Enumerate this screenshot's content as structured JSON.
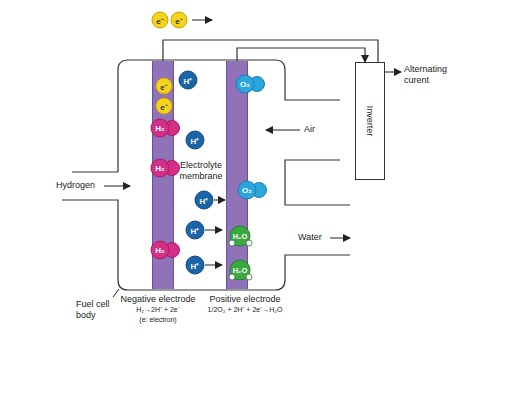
{
  "diagram": {
    "nodes": [
      {
        "text": [
          "e⁻"
        ]
      },
      {
        "text": [
          "e⁻"
        ]
      },
      {
        "text": [
          "Fuel cell body"
        ]
      },
      {
        "text": [
          "Negative electrode",
          "H₂→2H⁺ + 2e⁻",
          "(e: electron)"
        ],
        "in": 2
      },
      {
        "text": [
          "e⁻"
        ],
        "in": 3
      },
      {
        "text": [
          "e⁻"
        ],
        "in": 3
      },
      {
        "text": [
          "Positive electrode",
          "1/2O₂ + 2H⁺ + 2e⁻→H₂O"
        ],
        "in": 2
      },
      {
        "text": [
          "H₂"
        ],
        "in": 2
      },
      {
        "text": [
          "H₂"
        ],
        "in": 2
      },
      {
        "text": [
          "H₂"
        ],
        "in": 2
      },
      {
        "text": [
          "H⁺"
        ],
        "in": 2
      },
      {
        "text": [
          "H⁺"
        ],
        "in": 2
      },
      {
        "text": [
          "H⁺"
        ],
        "in": 2
      },
      {
        "text": [
          "H⁺"
        ],
        "in": 2
      },
      {
        "text": [
          "H⁺"
        ],
        "in": 2
      },
      {
        "text": [
          "O₂"
        ],
        "in": 2
      },
      {
        "text": [
          "O₂"
        ],
        "in": 2
      },
      {
        "text": [
          "H₂O"
        ],
        "in": 2
      },
      {
        "text": [
          "H₂O"
        ],
        "in": 2
      },
      {
        "text": [
          "Inverter"
        ]
      }
    ],
    "edges": [
      {
        "from": 3,
        "to": 19,
        "arrow": "none"
      },
      {
        "from": 6,
        "to": 19,
        "arrow": "to"
      }
    ],
    "labels": [
      "Hydrogen",
      "Air",
      "Water",
      "Electrolyte membrane",
      "Alternating curent"
    ]
  }
}
